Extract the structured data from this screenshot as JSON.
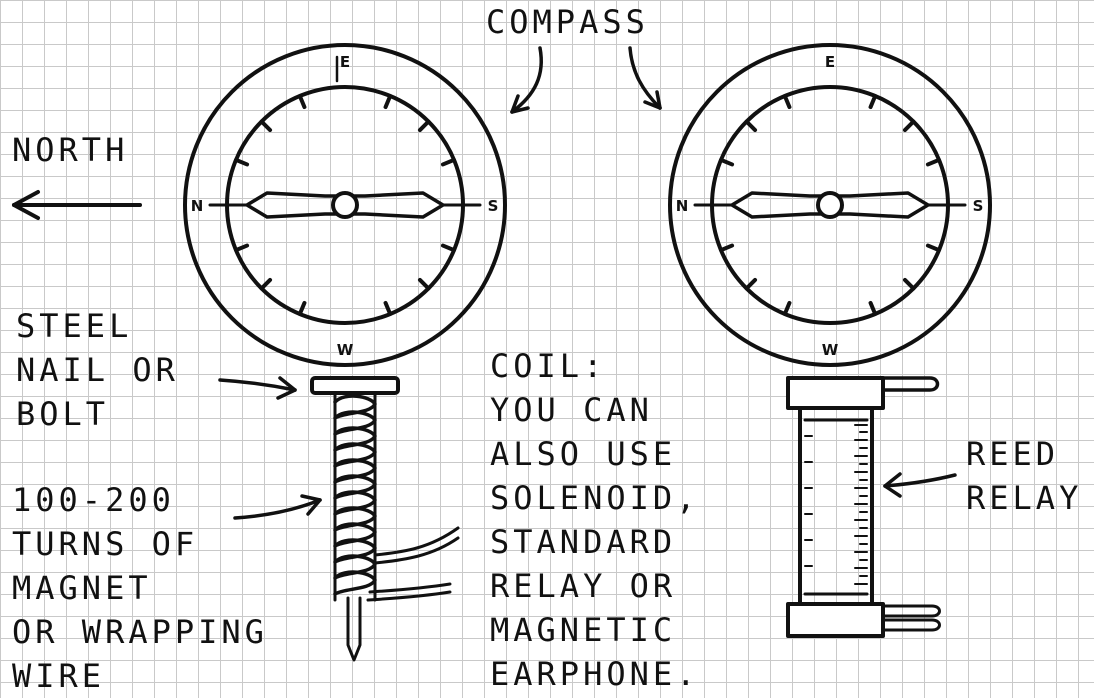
{
  "labels": {
    "compass": "COMPASS",
    "north": "NORTH",
    "nail": [
      "STEEL",
      "NAIL OR",
      "BOLT"
    ],
    "turns": [
      "100-200",
      "TURNS OF",
      "MAGNET",
      "OR WRAPPING",
      "WIRE"
    ],
    "coil": [
      "COIL:",
      "YOU CAN",
      "ALSO USE",
      "SOLENOID,",
      "STANDARD",
      "RELAY OR",
      "MAGNETIC",
      "EARPHONE."
    ],
    "reed": [
      "REED",
      "RELAY"
    ]
  },
  "compass_dir": {
    "top": "E",
    "bottom": "W",
    "left": "N",
    "right": "S"
  }
}
